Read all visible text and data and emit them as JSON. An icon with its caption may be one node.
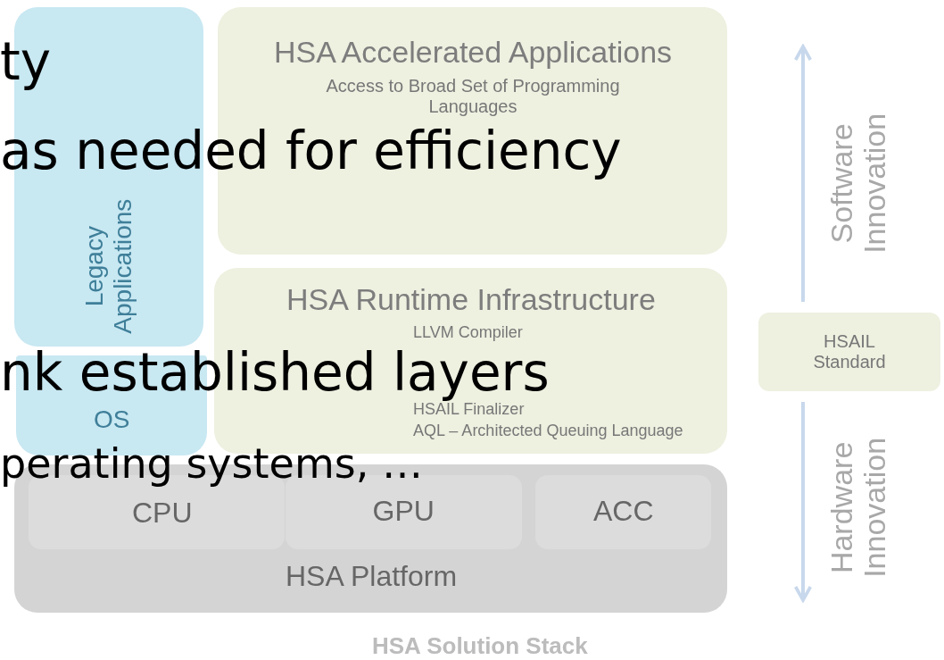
{
  "diagram": {
    "caption": "HSA Solution Stack",
    "nodes": [
      {
        "text": [
          "Legacy Applications"
        ]
      },
      {
        "text": [
          "HSA Accelerated Applications",
          "Access to Broad Set of Programming Languages"
        ]
      },
      {
        "text": [
          "HSA Runtime Infrastructure",
          "LLVM Compiler",
          "HSAIL Finalizer",
          "AQL – Architected Queuing Language"
        ]
      },
      {
        "text": [
          "OS"
        ]
      },
      {
        "text": [
          "HSA Platform"
        ]
      },
      {
        "text": [
          "CPU"
        ],
        "in": 4
      },
      {
        "text": [
          "GPU"
        ],
        "in": 4
      },
      {
        "text": [
          "ACC"
        ],
        "in": 4
      },
      {
        "text": [
          "HSAIL Standard"
        ]
      }
    ],
    "edges": [
      {
        "from": 8,
        "to": null,
        "arrow": "to"
      },
      {
        "from": 8,
        "to": null,
        "arrow": "to"
      }
    ],
    "labels": [
      "ty",
      "as needed for efficiency",
      "nk established layers",
      "perating systems, …",
      "Software Innovation",
      "Hardware Innovation"
    ]
  }
}
